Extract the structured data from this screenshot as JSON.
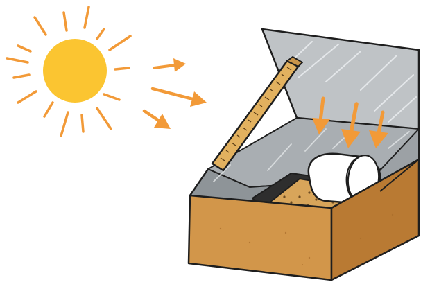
{
  "illustration": {
    "subject": "solar oven",
    "colors": {
      "sun": "#FBC531",
      "rays": "#F29A38",
      "cardboard": "#D2964A",
      "cardboard_dark": "#B97A33",
      "foil": "#BFC3C6",
      "foil_dark": "#9CA1A5",
      "ruler": "#E2B15F",
      "cracker": "#D8A55A",
      "black_paper": "#2E2E2E",
      "marshmallow": "#FFFFFF",
      "outline": "#1E1E1E"
    },
    "parts": [
      {
        "name": "sun",
        "icon": "sun-icon"
      },
      {
        "name": "sunlight-rays",
        "icon": "arrow-right-icon",
        "count": 3
      },
      {
        "name": "reflected-light",
        "icon": "arrow-down-icon",
        "count": 3
      },
      {
        "name": "foil-lid",
        "icon": "foil-reflector-icon"
      },
      {
        "name": "ruler-prop",
        "icon": "ruler-icon"
      },
      {
        "name": "cardboard-box",
        "icon": "box-icon"
      },
      {
        "name": "graham-cracker",
        "icon": "cracker-icon"
      },
      {
        "name": "marshmallow",
        "icon": "marshmallow-icon"
      }
    ]
  }
}
